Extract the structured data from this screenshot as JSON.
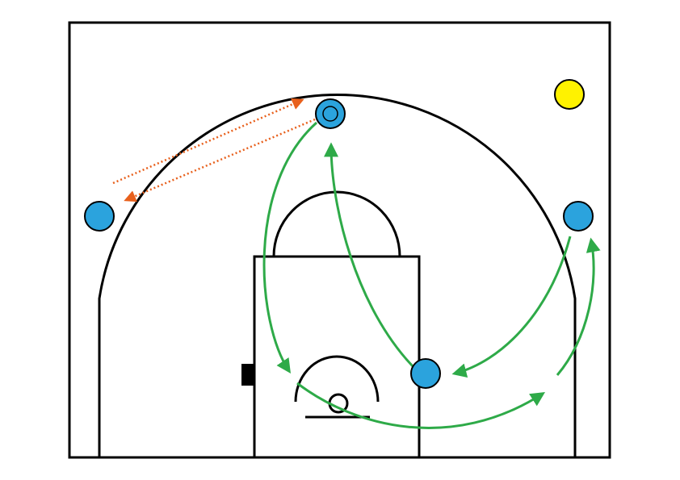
{
  "diagram": {
    "colors": {
      "background": "#ffffff",
      "court_lines": "#000000",
      "player": "#2ba3dd",
      "ball": "#fff200",
      "cut_path": "#2eaa48",
      "pass_path": "#e8601c"
    },
    "players": [
      {
        "id": "top",
        "has_ball": true
      },
      {
        "id": "left-wing",
        "has_ball": false
      },
      {
        "id": "right-wing",
        "has_ball": false
      },
      {
        "id": "low-post",
        "has_ball": false
      }
    ],
    "ball": {
      "icon": "yellow-circle"
    },
    "movements": [
      {
        "type": "cut",
        "from": "top",
        "to": "left-block"
      },
      {
        "type": "cut",
        "from": "low-post",
        "to": "top"
      },
      {
        "type": "cut",
        "from": "right-wing",
        "to": "low-post"
      },
      {
        "type": "cut",
        "from": "right-baseline",
        "to": "right-wing"
      },
      {
        "type": "cut",
        "from": "left-block",
        "to": "right-baseline"
      },
      {
        "type": "pass",
        "from": "left-wing",
        "to": "top"
      },
      {
        "type": "pass",
        "from": "top",
        "to": "left-wing"
      }
    ]
  }
}
